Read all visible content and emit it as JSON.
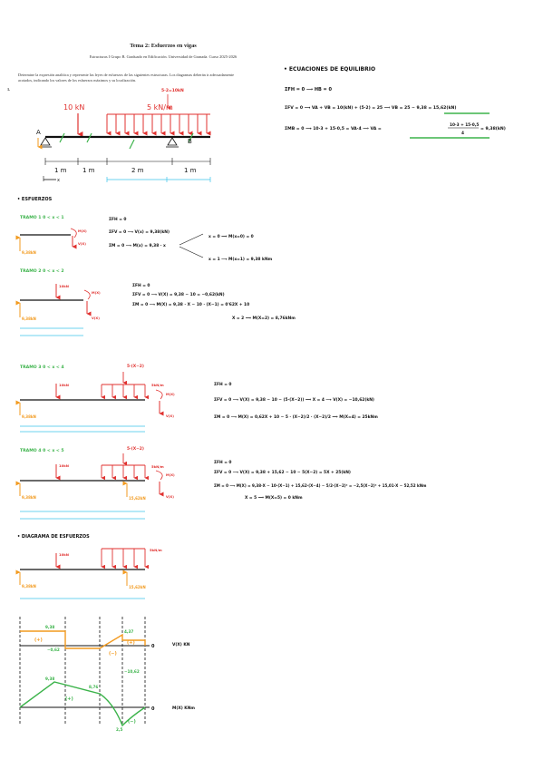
{
  "header": {
    "title": "Tema 2: Esfuerzos en vigas",
    "subtitle": "Estructuras I Grupo B. Graduado en Edificación. Universidad de Granada. Curso 2025-2026",
    "intro": "Determine la expresión analítica y represente las leyes de esfuerzos de las siguientes estructuras. Los diagramas deberán ir adecuadamente acotados, indicando los valores de los esfuerzos máximos y su localización.",
    "problem_number": "1."
  },
  "figure": {
    "point_load": "10 kN",
    "dist_load": "5 kN/m",
    "resultant": "5·2=10kN",
    "support_a": "A",
    "support_b": "B",
    "dims": [
      "1 m",
      "1 m",
      "2 m",
      "1 m"
    ],
    "x_axis": "x"
  },
  "equilibrium": {
    "heading": "• ECUACIONES DE EQUILIBRIO",
    "eq1": "ΣFH = 0 ⟶ HB = 0",
    "eq2": "ΣFV = 0 ⟶ VA + VB = 10(kN) + (5·2) = 25 ⟹ VB = 25 − 9,38 = 15,62(kN)",
    "eq3a": "ΣMB = 0 ⟶ 10·3 + 15·0,5 = VA·4 ⟹ VA =",
    "eq3_num": "10·3 + 15·0,5",
    "eq3_den": "4",
    "eq3_res": "= 9,38(kN)"
  },
  "sections": {
    "heading": "• ESFUERZOS",
    "t1": {
      "label": "TRAMO 1    0 < x < 1",
      "lines": [
        "ΣFH = 0",
        "ΣFV = 0 ⟶ V(x) = 9,38(kN)",
        "ΣM = 0 ⟶ M(x) = 9,38 · x"
      ],
      "branch_a": "x = 0 ⟹ M(x=0) = 0",
      "branch_b": "x = 1 ⟶ M(x=1) = 9,38 kNm",
      "react": "9,38kN",
      "vlabel": "V(X)",
      "mlabel": "M(X)"
    },
    "t2": {
      "label": "TRAMO 2    0 < x < 2",
      "lines": [
        "ΣFH = 0",
        "ΣFV = 0 ⟶ V(X) = 9,38 − 10 = −0,62(kN)",
        "ΣM = 0 ⟶ M(X) = 9,38 · X − 10 · (X−1) = 0'62X + 10"
      ],
      "extra": "X = 2 ⟹ M(X=2) = 8,76kNm",
      "load": "10kN",
      "react": "9,38kN"
    },
    "t3": {
      "label": "TRAMO 3    0 < x < 4",
      "lines": [
        "ΣFH = 0",
        "ΣFV = 0 ⟶ V(X) = 9,38 − 10 − (5·(X−2)) ⟹ X = 4 ⟶ V(X) = −10,62(kN)",
        "ΣM = 0 ⟶ M(X) = 0,62X + 10 − 5 · (X−2)/2 · (X−2)/2 ⟹ M(X=4) = 25kNm"
      ],
      "load": "10kN",
      "dist": "5kN/m",
      "res": "5·(X−2)",
      "react": "9,38kN"
    },
    "t4": {
      "label": "TRAMO 4    0 < x < 5",
      "lines": [
        "ΣFH = 0",
        "ΣFV = 0 ⟶ V(X) = 9,38 + 15,62 − 10 − 5(X−2) = 5X + 25(kN)",
        "ΣM = 0 ⟶ M(X) = 9,38·X − 10·(X−1) + 15,62·(X−4) − 5/2·(X−2)² = −2,5(X−2)² + 15,01·X − 52,52 kNm",
        "X = 5 ⟹ M(X=5) = 0 kNm"
      ],
      "load": "10kN",
      "dist": "5kN/m",
      "res": "5·(X−2)",
      "react_a": "9,38kN",
      "react_b": "15,62kN"
    }
  },
  "diagrams": {
    "heading": "• DIAGRAMA DE ESFUERZOS",
    "shear_label": "V(X) KN",
    "moment_label": "M(X) KNm",
    "shear_values": [
      "9,38",
      "−0,62",
      "4,37",
      "−10,62"
    ],
    "shear_signs": [
      "(+)",
      "(−)",
      "(+)"
    ],
    "moment_values": [
      "9,38",
      "8,76",
      "2,5"
    ],
    "moment_signs": [
      "(+)",
      "(−)"
    ],
    "zero": "0",
    "react_a": "9,38kN",
    "react_b": "15,62kN",
    "load": "10kN",
    "dist": "5kN/m"
  }
}
